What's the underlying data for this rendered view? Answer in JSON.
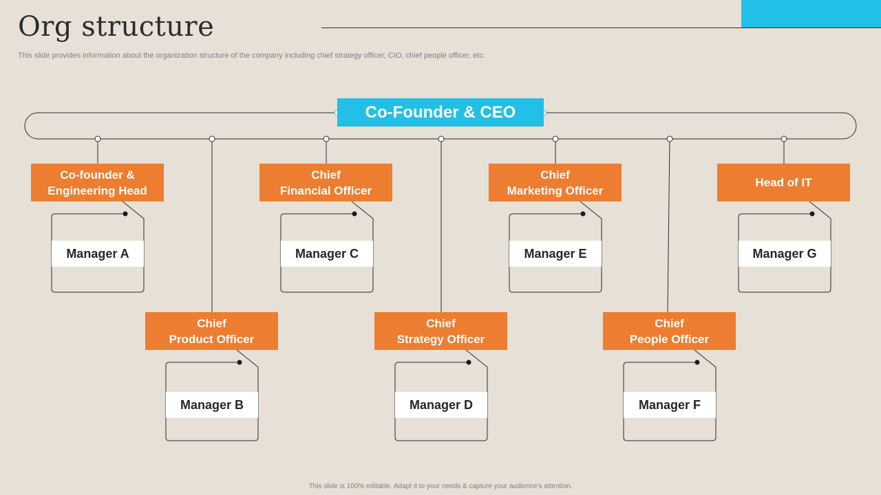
{
  "title": "Org structure",
  "subtitle": "This slide provides information about the organization structure of the company including chief strategy officer, CIO,  chief people officer, etc.",
  "footer": "This slide is 100% editable.  Adapt it to your needs & capture your audience’s attention.",
  "colors": {
    "background": "#e6e0d6",
    "accent_blue": "#22bfe6",
    "role_orange": "#ed7d31",
    "line": "#2b2b2b"
  },
  "ceo": {
    "label": "Co-Founder & CEO"
  },
  "roles": [
    {
      "label": "Co-founder &\nEngineering Head",
      "manager": "Manager A"
    },
    {
      "label": "Chief\nProduct Officer",
      "manager": "Manager B"
    },
    {
      "label": "Chief\nFinancial Officer",
      "manager": "Manager C"
    },
    {
      "label": "Chief\nStrategy Officer",
      "manager": "Manager D"
    },
    {
      "label": "Chief\nMarketing Officer",
      "manager": "Manager E"
    },
    {
      "label": "Chief\nPeople Officer",
      "manager": "Manager F"
    },
    {
      "label": "Head of IT",
      "manager": "Manager G"
    }
  ]
}
